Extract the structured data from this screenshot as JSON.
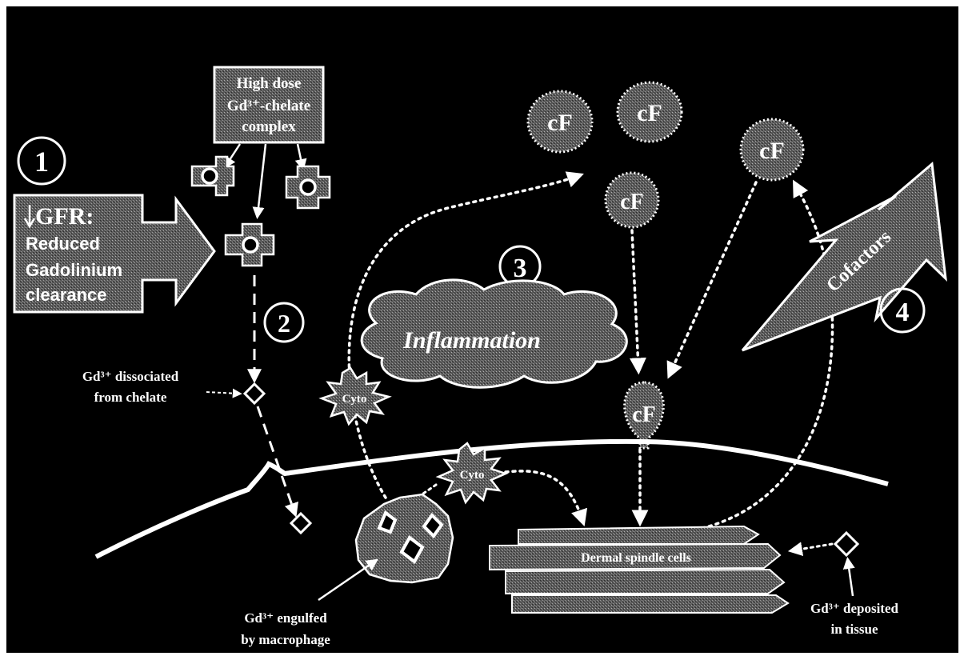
{
  "colors": {
    "background": "#000000",
    "foreground": "#ffffff",
    "stipple_fill": "#6a6a6a"
  },
  "diagram": {
    "steps": [
      "1",
      "2",
      "3",
      "4"
    ],
    "gfr_box": {
      "line1": "GFR:",
      "line2": "Reduced",
      "line3": "Gadolinium",
      "line4": "clearance"
    },
    "chelate_box": {
      "line1": "High dose",
      "line2": "Gd³⁺-chelate",
      "line3": "complex"
    },
    "inflammation_label": "Inflammation",
    "cofactors_label": "Cofactors",
    "cyto_label": "Cyto",
    "cf_label": "cF",
    "dermal_label": "Dermal spindle cells",
    "annotations": {
      "dissociated_line1": "Gd³⁺ dissociated",
      "dissociated_line2": "from chelate",
      "engulfed_line1": "Gd³⁺ engulfed",
      "engulfed_line2": "by macrophage",
      "deposited_line1": "Gd³⁺ deposited",
      "deposited_line2": "in tissue"
    }
  }
}
